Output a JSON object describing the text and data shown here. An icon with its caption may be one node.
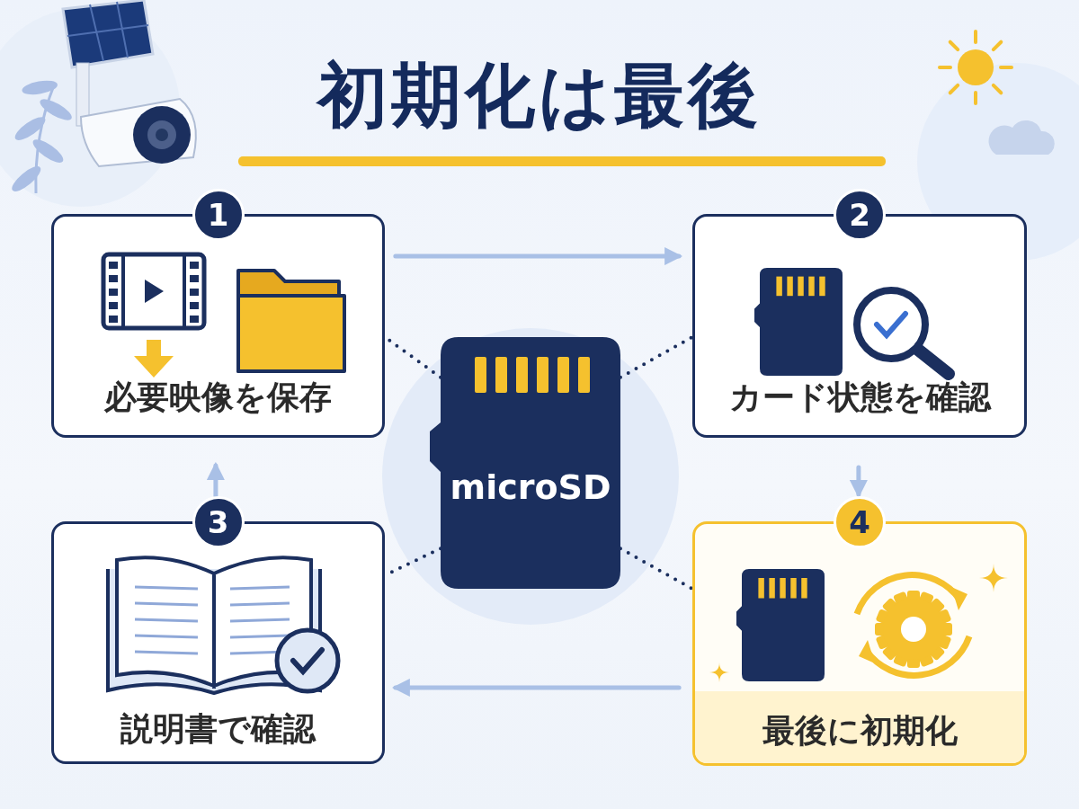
{
  "diagram": {
    "title": "初期化は最後",
    "nodes": [
      {
        "text": [
          "1",
          "必要映像を保存"
        ]
      },
      {
        "text": [
          "2",
          "カード状態を確認"
        ]
      },
      {
        "text": [
          "3",
          "説明書で確認"
        ]
      },
      {
        "text": [
          "4",
          "最後に初期化"
        ]
      },
      {
        "text": [
          "microSD"
        ]
      }
    ],
    "edges": [
      {
        "from": 0,
        "to": 1,
        "arrow": "to"
      },
      {
        "from": 1,
        "to": 3,
        "arrow": "to"
      },
      {
        "from": 3,
        "to": 2,
        "arrow": "to"
      },
      {
        "from": 2,
        "to": 0,
        "arrow": "to"
      },
      {
        "from": 4,
        "to": 0,
        "arrow": "none",
        "style": "dashed",
        "color": "#1b2f5e"
      },
      {
        "from": 4,
        "to": 1,
        "arrow": "none",
        "style": "dashed",
        "color": "#1b2f5e"
      },
      {
        "from": 4,
        "to": 2,
        "arrow": "none",
        "style": "dashed",
        "color": "#1b2f5e"
      },
      {
        "from": 4,
        "to": 3,
        "arrow": "none",
        "style": "dashed",
        "color": "#1b2f5e"
      }
    ]
  }
}
